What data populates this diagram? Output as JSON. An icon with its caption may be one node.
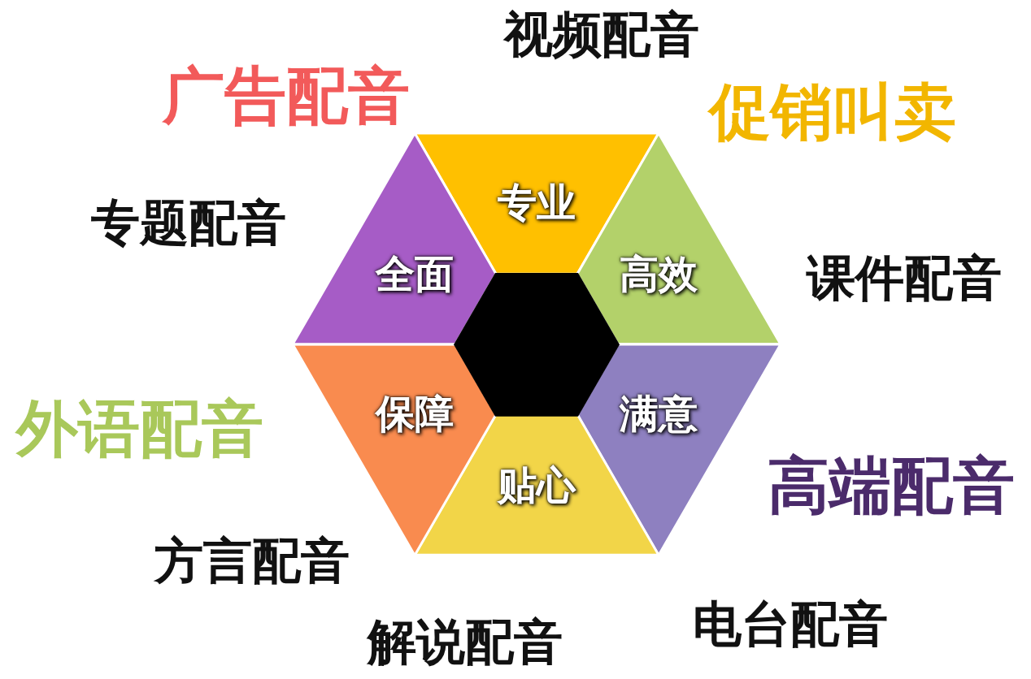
{
  "diagram": {
    "nodes": [
      {
        "text": [
          "专业"
        ]
      },
      {
        "text": [
          "高效"
        ]
      },
      {
        "text": [
          "满意"
        ]
      },
      {
        "text": [
          "贴心"
        ]
      },
      {
        "text": [
          "保障"
        ]
      },
      {
        "text": [
          "全面"
        ]
      },
      {
        "text": [],
        "shape": "hexagon"
      }
    ],
    "labels": [
      "视频配音",
      "广告配音",
      "促销叫卖",
      "专题配音",
      "课件配音",
      "外语配音",
      "高端配音",
      "方言配音",
      "解说配音",
      "电台配音"
    ]
  }
}
